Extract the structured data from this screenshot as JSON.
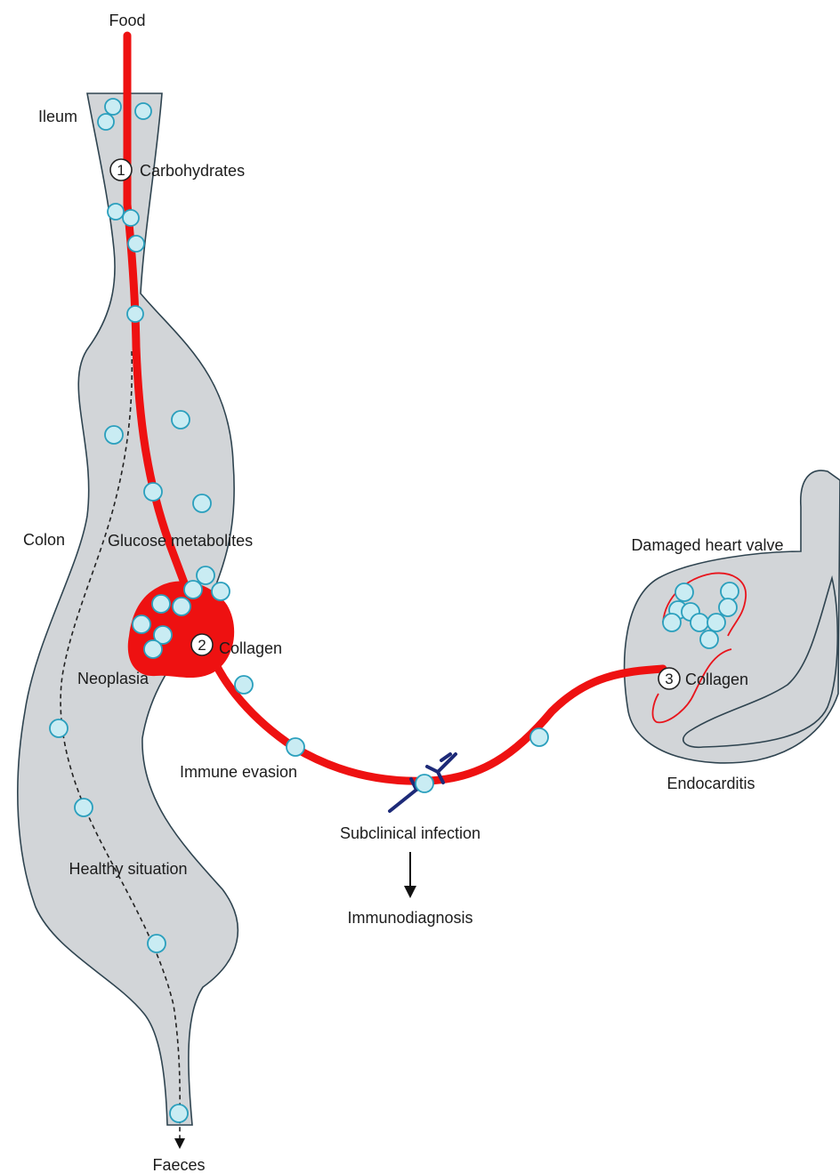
{
  "labels": {
    "food": "Food",
    "ileum": "Ileum",
    "carbohydrates": "Carbohydrates",
    "colon": "Colon",
    "glucose_metabolites": "Glucose metabolites",
    "collagen_neoplasia": "Collagen",
    "neoplasia": "Neoplasia",
    "immune_evasion": "Immune evasion",
    "subclinical_infection": "Subclinical infection",
    "immunodiagnosis": "Immunodiagnosis",
    "damaged_heart_valve": "Damaged heart valve",
    "collagen_heart": "Collagen",
    "endocarditis": "Endocarditis",
    "healthy_situation": "Healthy situation",
    "faeces": "Faeces"
  },
  "steps": {
    "one": "1",
    "two": "2",
    "three": "3"
  },
  "colors": {
    "pathway": "#ee1111",
    "bacteria_fill": "#c9ecf3",
    "bacteria_stroke": "#2a9fbd",
    "organ_fill": "#d2d5d8",
    "antibody": "#1d2a78"
  }
}
